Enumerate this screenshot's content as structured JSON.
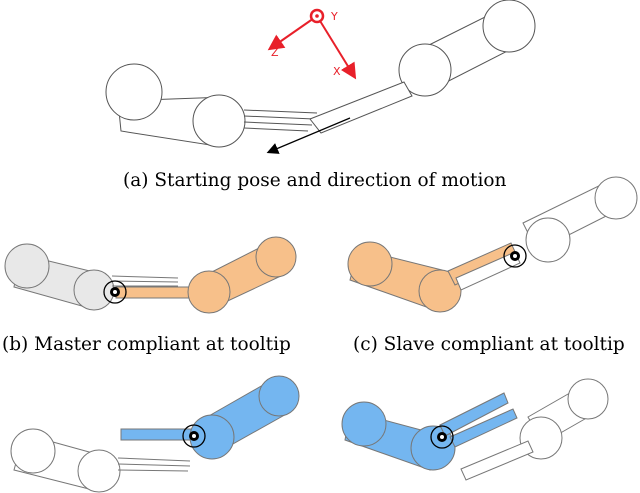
{
  "captions": {
    "a": "(a) Starting pose and direction of motion",
    "b": "(b) Master compliant at tooltip",
    "c": "(c) Slave compliant at tooltip"
  },
  "axes": {
    "y_label": "Y",
    "z_label": "Z",
    "x_label": "X"
  },
  "colors": {
    "axis_red": "#e8202a",
    "master_gray": "#e8e8e8",
    "slave_orange": "#f7c08a",
    "third_blue": "#74b6f0",
    "outline": "#555555"
  }
}
